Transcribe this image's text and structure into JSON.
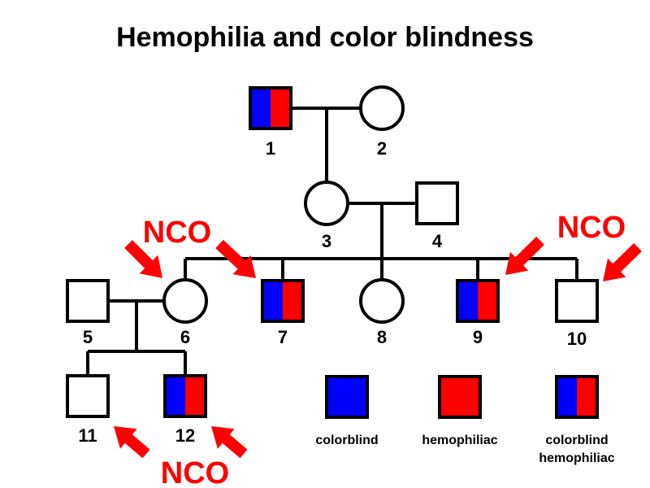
{
  "title": "Hemophilia and color blindness",
  "colors": {
    "colorblind": "#0000ff",
    "hemophiliac": "#ff0000",
    "unaffected": "#ffffff",
    "outline": "#000000",
    "annotation": "#ff0000"
  },
  "individuals": [
    {
      "id": "1",
      "sex": "male",
      "phenotype": "colorblind-hemophiliac"
    },
    {
      "id": "2",
      "sex": "female",
      "phenotype": "unaffected"
    },
    {
      "id": "3",
      "sex": "female",
      "phenotype": "unaffected"
    },
    {
      "id": "4",
      "sex": "male",
      "phenotype": "unaffected"
    },
    {
      "id": "5",
      "sex": "male",
      "phenotype": "unaffected"
    },
    {
      "id": "6",
      "sex": "female",
      "phenotype": "unaffected"
    },
    {
      "id": "7",
      "sex": "male",
      "phenotype": "colorblind-hemophiliac"
    },
    {
      "id": "8",
      "sex": "female",
      "phenotype": "unaffected"
    },
    {
      "id": "9",
      "sex": "male",
      "phenotype": "colorblind-hemophiliac"
    },
    {
      "id": "10",
      "sex": "male",
      "phenotype": "unaffected"
    },
    {
      "id": "11",
      "sex": "male",
      "phenotype": "unaffected"
    },
    {
      "id": "12",
      "sex": "male",
      "phenotype": "colorblind-hemophiliac"
    }
  ],
  "annotations": {
    "nco_label": "NCO",
    "targets": [
      "6",
      "7",
      "9",
      "10",
      "11",
      "12"
    ]
  },
  "legend": [
    {
      "phenotype": "colorblind",
      "label_lines": [
        "colorblind"
      ]
    },
    {
      "phenotype": "hemophiliac",
      "label_lines": [
        "hemophiliac"
      ]
    },
    {
      "phenotype": "colorblind-hemophiliac",
      "label_lines": [
        "colorblind",
        "hemophiliac"
      ]
    }
  ]
}
